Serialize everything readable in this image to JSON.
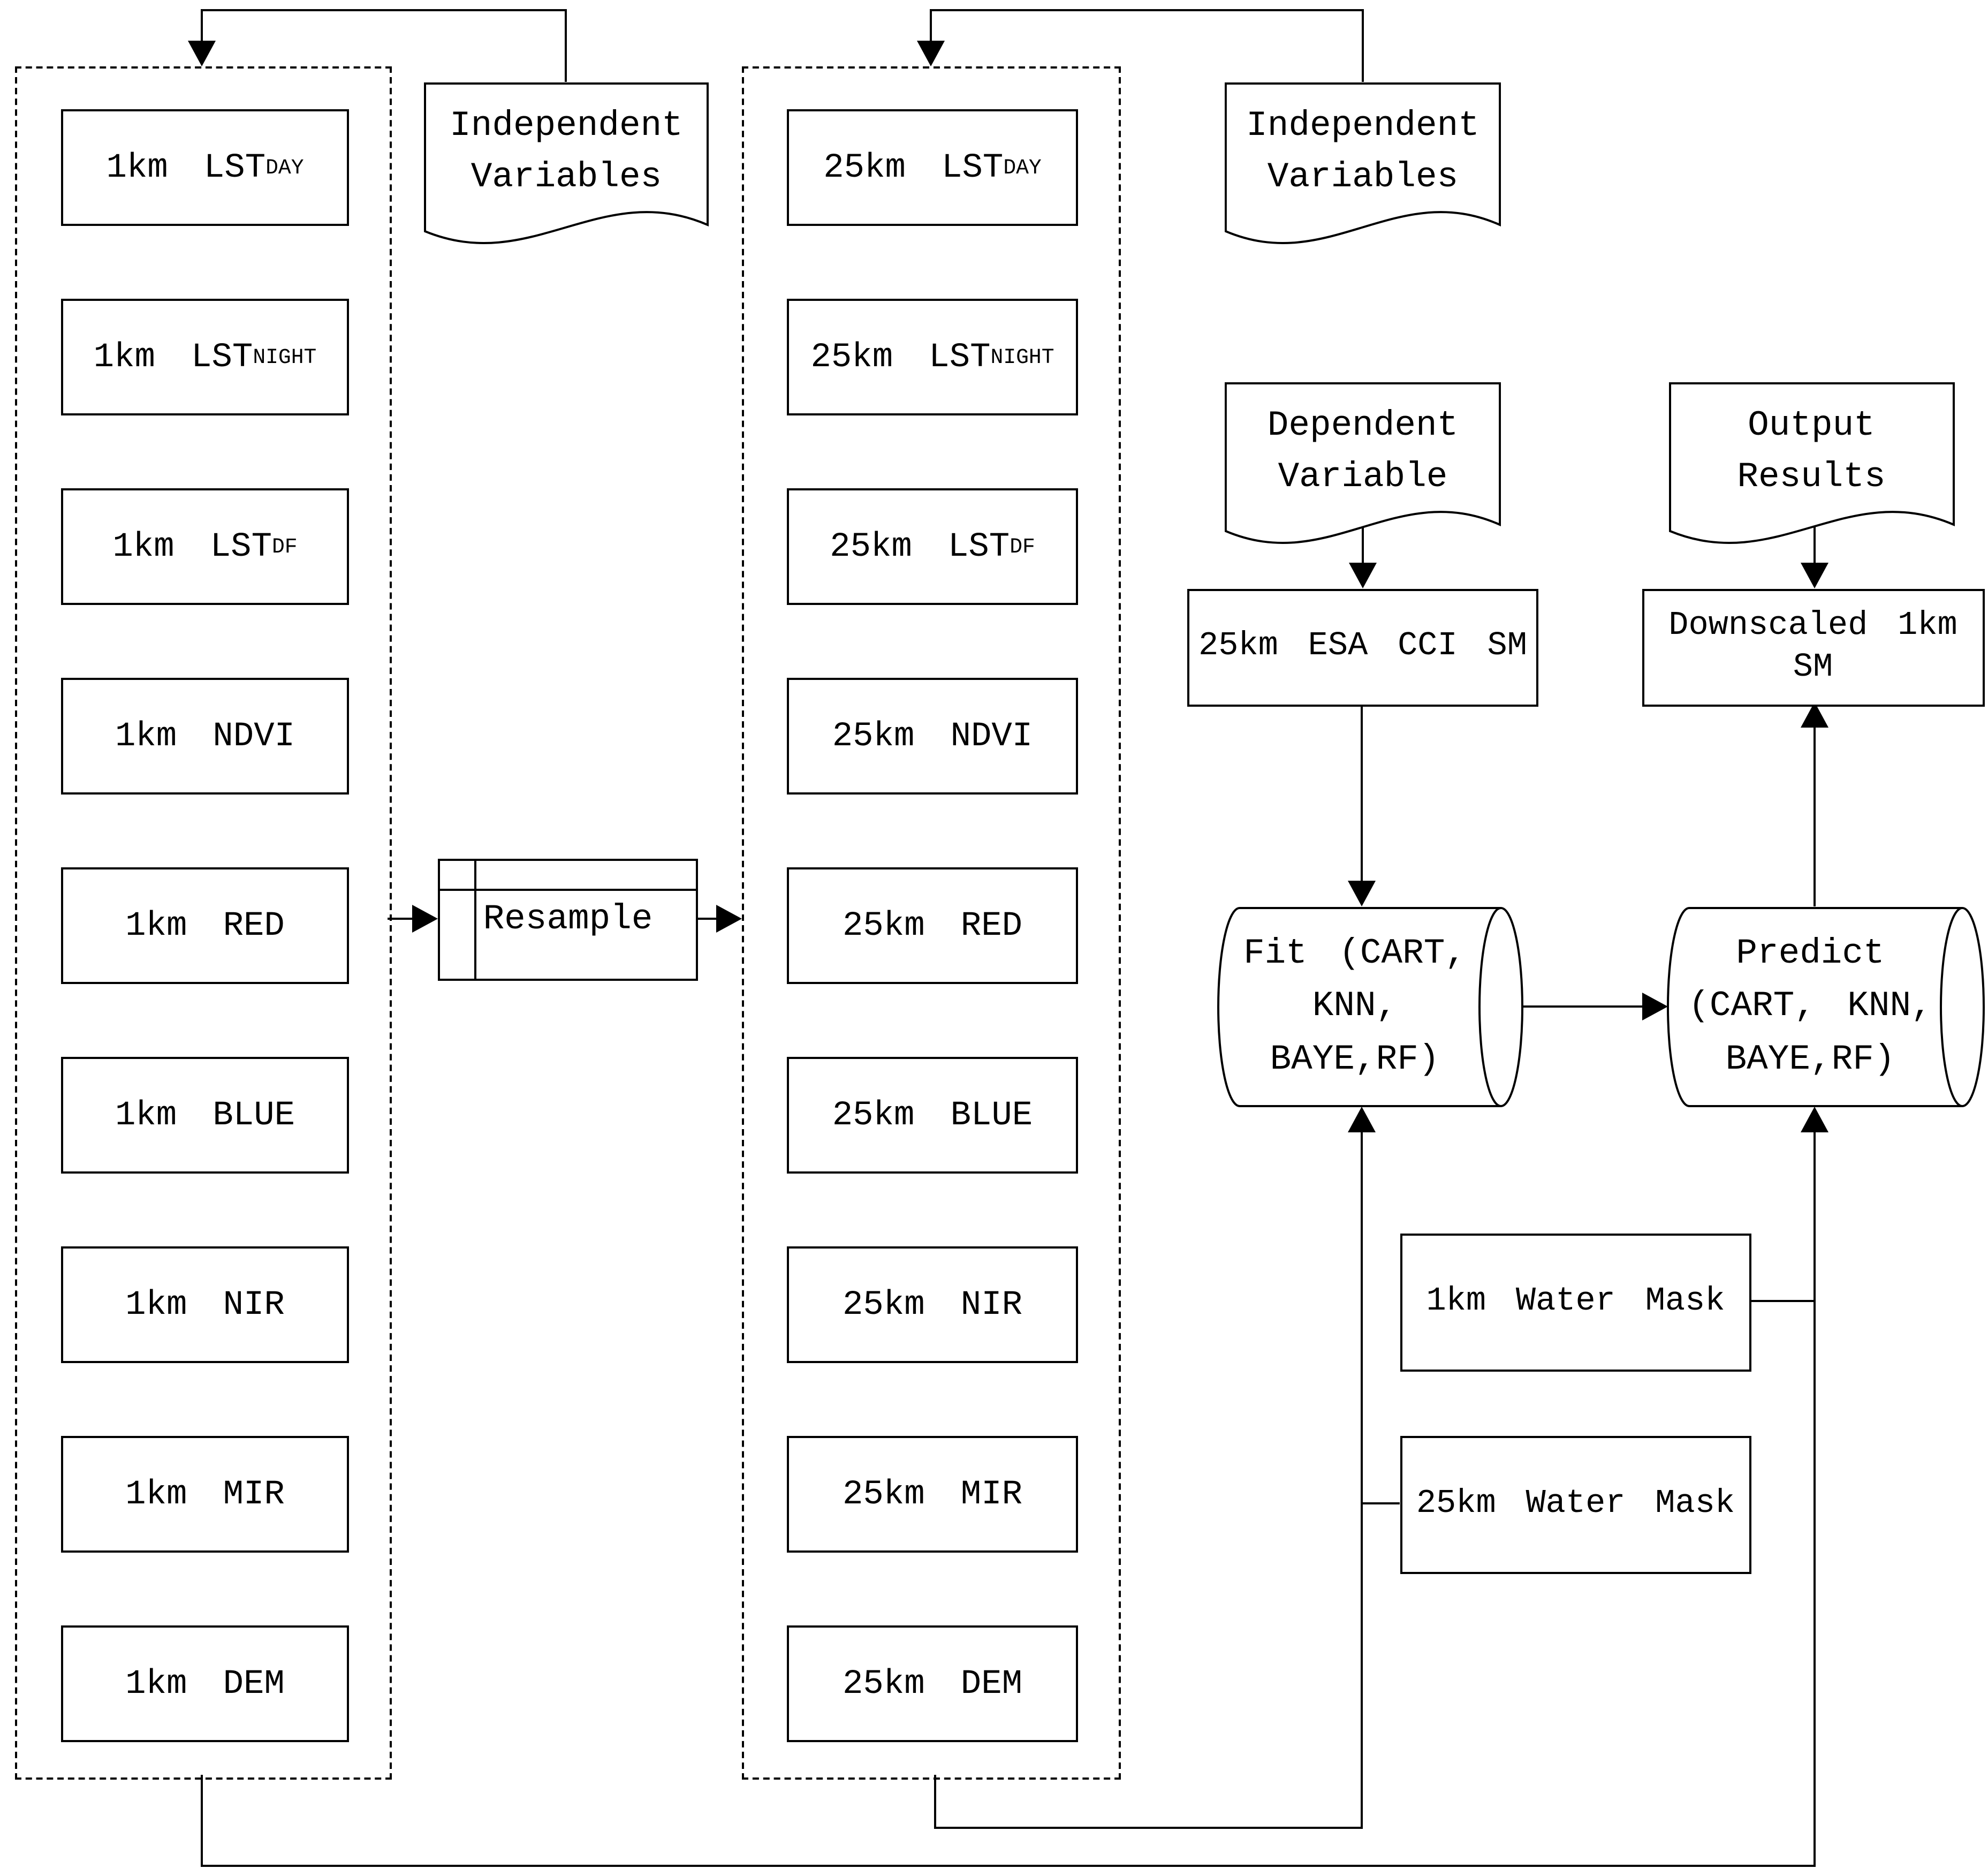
{
  "colors": {
    "line": "#000000",
    "background": "#ffffff"
  },
  "left_column": {
    "items": [
      {
        "main": "1km LST",
        "sub": "DAY"
      },
      {
        "main": "1km LST",
        "sub": "NIGHT"
      },
      {
        "main": "1km LST",
        "sub": "DF"
      },
      {
        "main": "1km NDVI",
        "sub": ""
      },
      {
        "main": "1km RED",
        "sub": ""
      },
      {
        "main": "1km BLUE",
        "sub": ""
      },
      {
        "main": "1km NIR",
        "sub": ""
      },
      {
        "main": "1km MIR",
        "sub": ""
      },
      {
        "main": "1km DEM",
        "sub": ""
      }
    ]
  },
  "middle_column": {
    "items": [
      {
        "main": "25km LST",
        "sub": "DAY"
      },
      {
        "main": "25km LST",
        "sub": "NIGHT"
      },
      {
        "main": "25km LST",
        "sub": "DF"
      },
      {
        "main": "25km NDVI",
        "sub": ""
      },
      {
        "main": "25km RED",
        "sub": ""
      },
      {
        "main": "25km BLUE",
        "sub": ""
      },
      {
        "main": "25km NIR",
        "sub": ""
      },
      {
        "main": "25km MIR",
        "sub": ""
      },
      {
        "main": "25km DEM",
        "sub": ""
      }
    ]
  },
  "docs": {
    "independent_left": {
      "line1": "Independent",
      "line2": "Variables"
    },
    "independent_right": {
      "line1": "Independent",
      "line2": "Variables"
    },
    "dependent": {
      "line1": "Dependent",
      "line2": "Variable"
    },
    "output": {
      "line1": "Output",
      "line2": "Results"
    }
  },
  "resample": {
    "label": "Resample"
  },
  "esa": {
    "label": "25km ESA CCI SM"
  },
  "downscaled": {
    "line1": "Downscaled 1km",
    "line2": "SM"
  },
  "fit": {
    "line1": "Fit (CART,",
    "line2": "KNN,",
    "line3": "BAYE,RF)"
  },
  "predict": {
    "line1": "Predict",
    "line2": "(CART, KNN,",
    "line3": "BAYE,RF)"
  },
  "water": {
    "km1": "1km Water Mask",
    "km25": "25km Water Mask"
  }
}
